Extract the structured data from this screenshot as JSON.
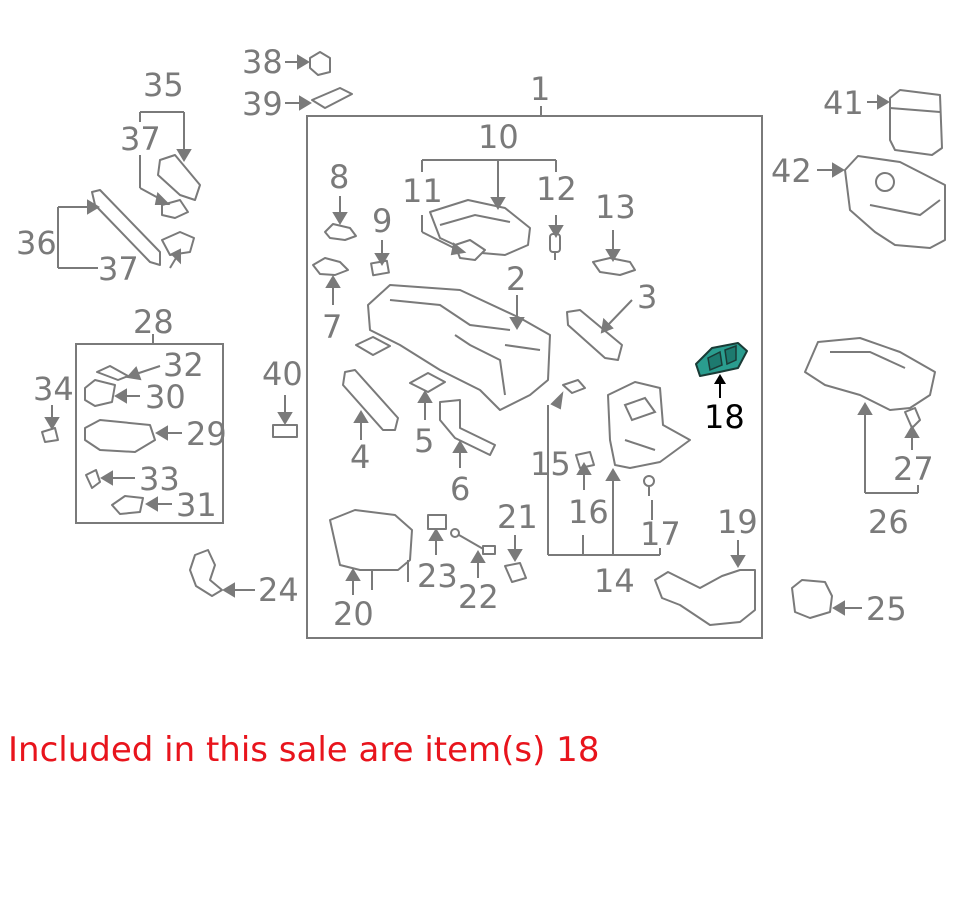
{
  "diagram": {
    "labels": [
      {
        "id": "l1",
        "text": "1"
      },
      {
        "id": "l2",
        "text": "2"
      },
      {
        "id": "l3",
        "text": "3"
      },
      {
        "id": "l4",
        "text": "4"
      },
      {
        "id": "l5",
        "text": "5"
      },
      {
        "id": "l6",
        "text": "6"
      },
      {
        "id": "l7",
        "text": "7"
      },
      {
        "id": "l8",
        "text": "8"
      },
      {
        "id": "l9",
        "text": "9"
      },
      {
        "id": "l10",
        "text": "10"
      },
      {
        "id": "l11",
        "text": "11"
      },
      {
        "id": "l12",
        "text": "12"
      },
      {
        "id": "l13",
        "text": "13"
      },
      {
        "id": "l14",
        "text": "14"
      },
      {
        "id": "l15",
        "text": "15"
      },
      {
        "id": "l16",
        "text": "16"
      },
      {
        "id": "l17",
        "text": "17"
      },
      {
        "id": "l18",
        "text": "18"
      },
      {
        "id": "l19",
        "text": "19"
      },
      {
        "id": "l20",
        "text": "20"
      },
      {
        "id": "l21",
        "text": "21"
      },
      {
        "id": "l22",
        "text": "22"
      },
      {
        "id": "l23",
        "text": "23"
      },
      {
        "id": "l24",
        "text": "24"
      },
      {
        "id": "l25",
        "text": "25"
      },
      {
        "id": "l26",
        "text": "26"
      },
      {
        "id": "l27",
        "text": "27"
      },
      {
        "id": "l28",
        "text": "28"
      },
      {
        "id": "l29",
        "text": "29"
      },
      {
        "id": "l30",
        "text": "30"
      },
      {
        "id": "l31",
        "text": "31"
      },
      {
        "id": "l32",
        "text": "32"
      },
      {
        "id": "l33",
        "text": "33"
      },
      {
        "id": "l34",
        "text": "34"
      },
      {
        "id": "l35",
        "text": "35"
      },
      {
        "id": "l36",
        "text": "36"
      },
      {
        "id": "l37a",
        "text": "37"
      },
      {
        "id": "l37b",
        "text": "37"
      },
      {
        "id": "l38",
        "text": "38"
      },
      {
        "id": "l39",
        "text": "39"
      },
      {
        "id": "l40",
        "text": "40"
      },
      {
        "id": "l41",
        "text": "41"
      },
      {
        "id": "l42",
        "text": "42"
      }
    ],
    "highlighted_part": "18",
    "highlight_color": "#2a9d8f",
    "line_color": "#7a7a7a"
  },
  "caption": {
    "text": "Included in this sale are item(s) 18",
    "color": "#e8141c"
  }
}
